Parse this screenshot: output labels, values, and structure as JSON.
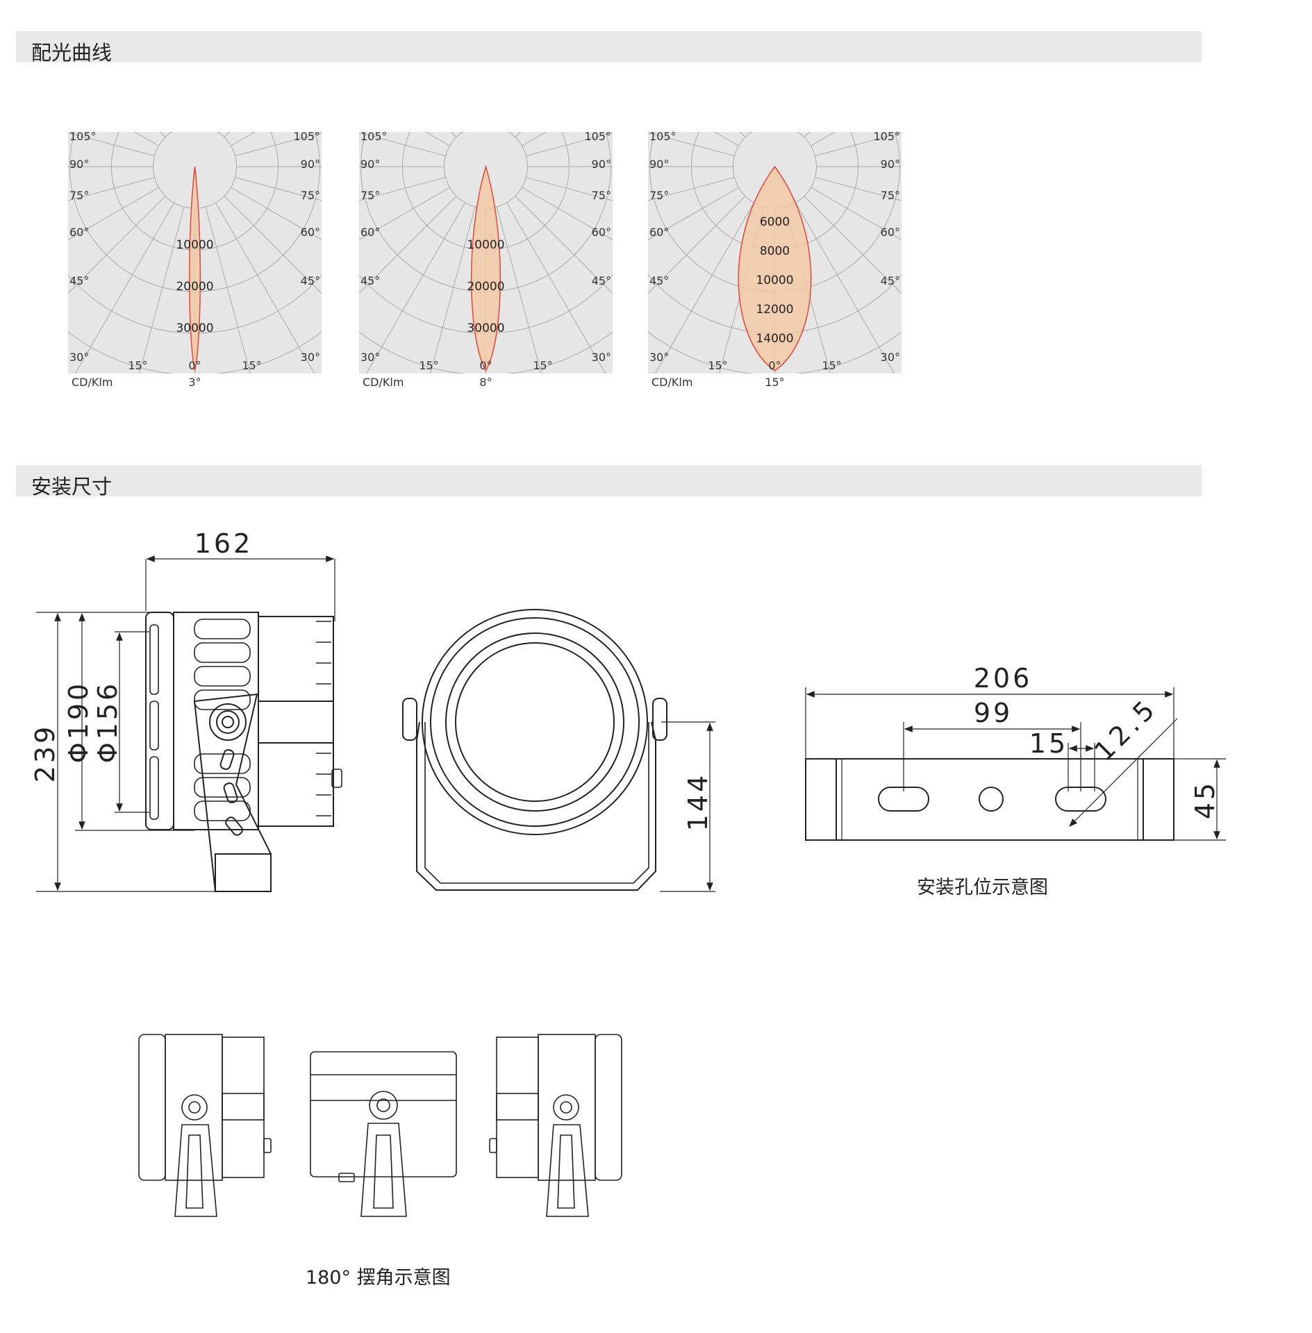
{
  "sections": {
    "light_curve": {
      "title": "配光曲线"
    },
    "dimensions": {
      "title": "安装尺寸"
    }
  },
  "polar_common": {
    "side_angles": [
      "105°",
      "90°",
      "75°",
      "60°",
      "45°",
      "30°"
    ],
    "bottom_angles": [
      "15°",
      "0°",
      "15°"
    ],
    "unit": "CD/Klm"
  },
  "chart_data": [
    {
      "type": "polar",
      "beam_angle": "3°",
      "unit": "CD/Klm",
      "radial_labels": [
        "10000",
        "20000",
        "30000"
      ],
      "peak_cd_klm": 38000,
      "half_width_deg": 1.5
    },
    {
      "type": "polar",
      "beam_angle": "8°",
      "unit": "CD/Klm",
      "radial_labels": [
        "10000",
        "20000",
        "30000"
      ],
      "peak_cd_klm": 38000,
      "half_width_deg": 4
    },
    {
      "type": "polar",
      "beam_angle": "15°",
      "unit": "CD/Klm",
      "radial_labels": [
        "6000",
        "8000",
        "10000",
        "12000",
        "14000"
      ],
      "peak_cd_klm": 16000,
      "half_width_deg": 7.5
    }
  ],
  "drawing": {
    "width": "162",
    "height": "239",
    "dia_outer": "Φ190",
    "dia_inner": "Φ156",
    "bracket_height": "144",
    "plate_length": "206",
    "hole_spacing": "99",
    "slot_length": "15",
    "slot_width": "12.5",
    "plate_height": "45"
  },
  "captions": {
    "mounting_holes": "安装孔位示意图",
    "swing": "180° 摆角示意图"
  }
}
